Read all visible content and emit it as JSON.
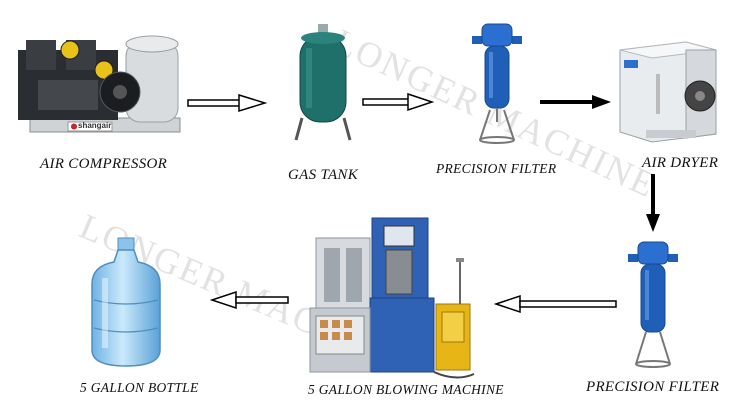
{
  "watermark": "LONGER MACHINE",
  "brand_plate": "shangair",
  "nodes": {
    "air_compressor": "AIR COMPRESSOR",
    "gas_tank": "GAS TANK",
    "precision_filter_1": "PRECISION FILTER",
    "air_dryer": "AIR DRYER",
    "precision_filter_2": "PRECISION FILTER",
    "blowing_machine": "5 GALLON BLOWING MACHINE",
    "bottle": "5 GALLON BOTTLE"
  },
  "colors": {
    "tank_green": "#1f6f6a",
    "filter_blue": "#1f5fb8",
    "machine_blue": "#2f62b5",
    "control_yellow": "#e7b515",
    "bottle_blue": "#9fd0f0",
    "arrow": "#000000"
  }
}
